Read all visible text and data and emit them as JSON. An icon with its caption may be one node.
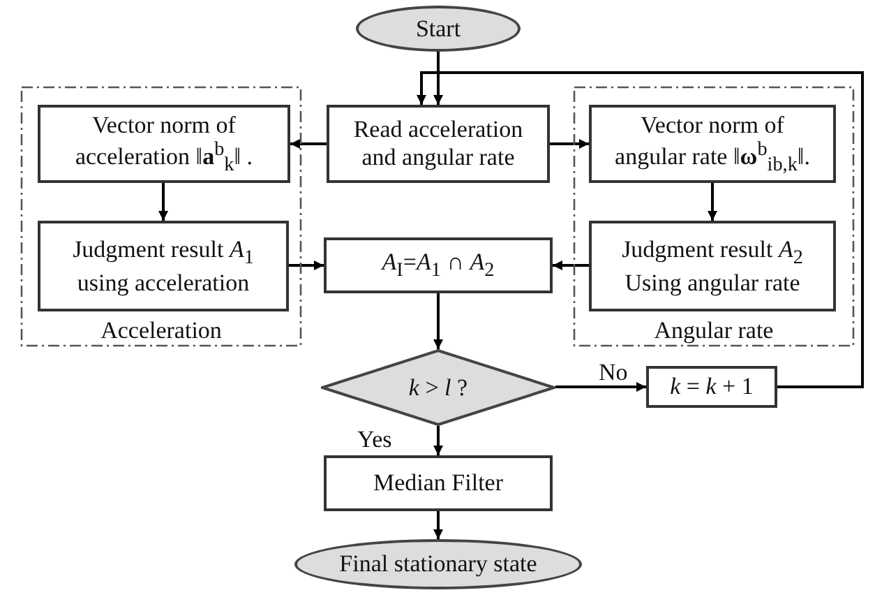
{
  "diagram": {
    "nodes": [
      {
        "text": [
          "Start"
        ]
      },
      {
        "text": [
          "Acceleration"
        ]
      },
      {
        "text": [
          "Vector norm of acceleration ‖**a**$^{b}$$_{k}$‖ ."
        ],
        "in": 1
      },
      {
        "text": [
          "Judgment result *A*$_{1}$ using acceleration"
        ],
        "in": 1
      },
      {
        "text": [
          "Read acceleration and angular rate"
        ]
      },
      {
        "text": [
          "Angular rate"
        ]
      },
      {
        "text": [
          "Vector norm of angular rate ‖**ω**$^{b}$$_{ib,k}$‖."
        ],
        "in": 5
      },
      {
        "text": [
          "Judgment result *A*$_{2}$ Using angular rate"
        ],
        "in": 5
      },
      {
        "text": [
          "*A*$_{I}$=*A*$_{1}$ ∩ *A*$_{2}$"
        ]
      },
      {
        "text": [
          "*k* > *l* ?"
        ]
      },
      {
        "text": [
          "*k* = *k* + 1"
        ]
      },
      {
        "text": [
          "Median Filter"
        ]
      },
      {
        "text": [
          "Final stationary state"
        ]
      }
    ],
    "edges": [
      {
        "from": 0,
        "to": 4,
        "arrow": "to"
      },
      {
        "from": 4,
        "to": 2,
        "arrow": "to"
      },
      {
        "from": 4,
        "to": 6,
        "arrow": "to"
      },
      {
        "from": 2,
        "to": 3,
        "arrow": "to"
      },
      {
        "from": 6,
        "to": 7,
        "arrow": "to"
      },
      {
        "from": 3,
        "to": 8,
        "arrow": "to"
      },
      {
        "from": 7,
        "to": 8,
        "arrow": "to"
      },
      {
        "from": 8,
        "to": 9,
        "arrow": "to"
      },
      {
        "from": 9,
        "to": 10,
        "label": "No",
        "arrow": "to"
      },
      {
        "from": 10,
        "to": 4,
        "arrow": "to"
      },
      {
        "from": 9,
        "to": 11,
        "label": "Yes",
        "arrow": "to"
      },
      {
        "from": 11,
        "to": 12,
        "arrow": "to"
      }
    ]
  }
}
